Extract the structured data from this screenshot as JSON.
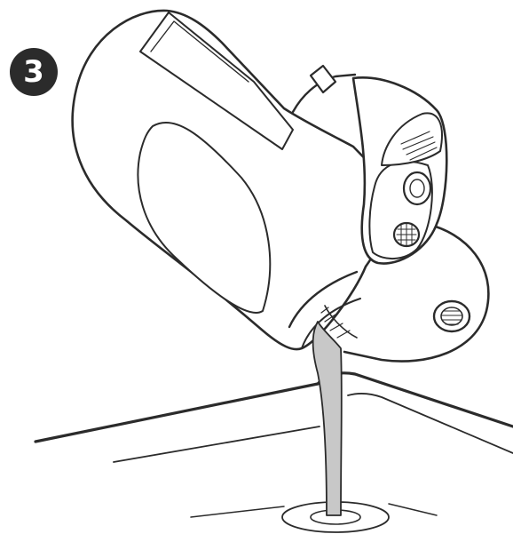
{
  "step": {
    "number": "3"
  },
  "figure": {
    "colors": {
      "outline": "#2b2b2b",
      "fill": "#ffffff",
      "stream": "#c8c8c8"
    },
    "icons": [
      "step-number-badge",
      "appliance-illustration",
      "sink-illustration",
      "water-stream-illustration"
    ]
  }
}
